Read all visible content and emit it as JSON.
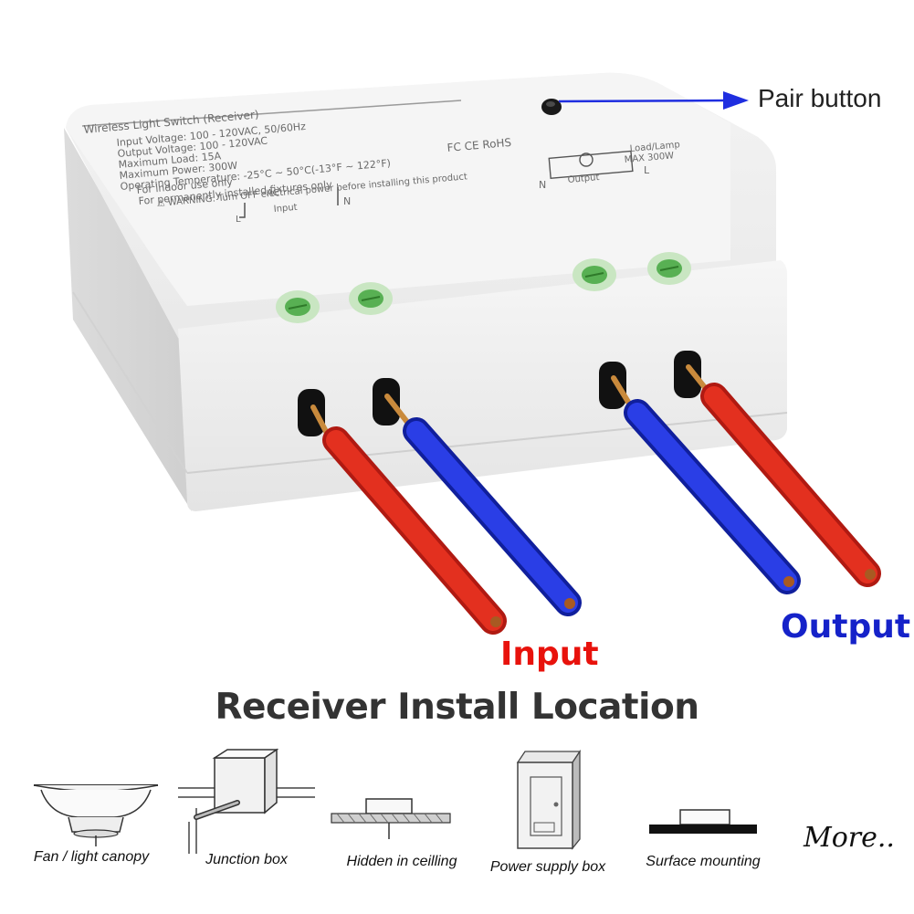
{
  "callout": {
    "pair_button": "Pair button"
  },
  "wires": {
    "input_label": "Input",
    "output_label": "Output"
  },
  "title": "Receiver Install Location",
  "device_label": {
    "heading": "Wireless Light Switch (Receiver)",
    "specs": [
      "Input Voltage: 100 - 120VAC, 50/60Hz",
      "Output Voltage: 100 - 120VAC",
      "Maximum Load: 15A",
      "Maximum Power: 300W",
      "Operating Temperature: -25°C ~ 50°C(-13°F ~ 122°F)",
      "For indoor use only",
      "For permanently installed fixtures only",
      "⚠ WARNING: Turn OFF electrical power before installing this product"
    ],
    "input_terminal": {
      "l": "L",
      "ac": "AC",
      "input": "Input",
      "n": "N"
    },
    "output_terminal": {
      "n": "N",
      "output": "Output",
      "l": "L",
      "load": "Load/Lamp",
      "max": "MAX 300W"
    },
    "cert": "FC CE RoHS"
  },
  "locations": [
    {
      "label": "Fan / light canopy",
      "icon": "ceiling-canopy-icon"
    },
    {
      "label": "Junction box",
      "icon": "junction-box-icon"
    },
    {
      "label": "Hidden in ceilling",
      "icon": "ceiling-hidden-icon"
    },
    {
      "label": "Power supply box",
      "icon": "power-supply-box-icon"
    },
    {
      "label": "Surface mounting",
      "icon": "surface-mount-icon"
    }
  ],
  "more": "More..",
  "colors": {
    "live_wire": "#d9261c",
    "neutral_wire": "#1c2fd9",
    "arrow": "#1f2ee0",
    "input_text": "#e8120c",
    "output_text": "#1522c9"
  }
}
